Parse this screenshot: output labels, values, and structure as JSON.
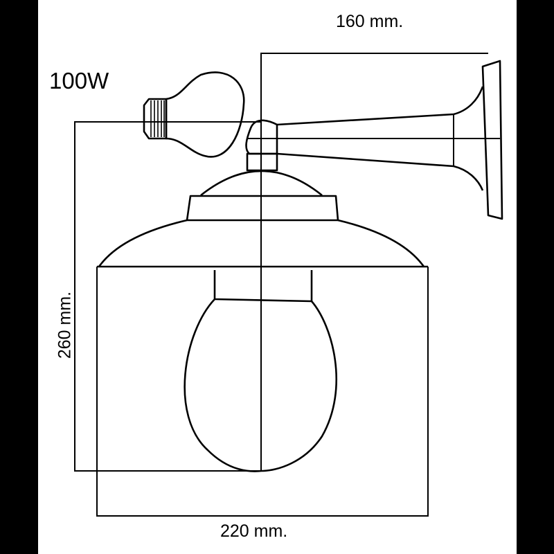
{
  "dimensions": {
    "projection": "160 mm.",
    "height": "260 mm.",
    "width": "220 mm."
  },
  "bulb": {
    "wattage": "100W",
    "icon": "light-bulb-icon"
  },
  "colors": {
    "line": "#000000",
    "background": "#ffffff",
    "border": "#000000"
  }
}
